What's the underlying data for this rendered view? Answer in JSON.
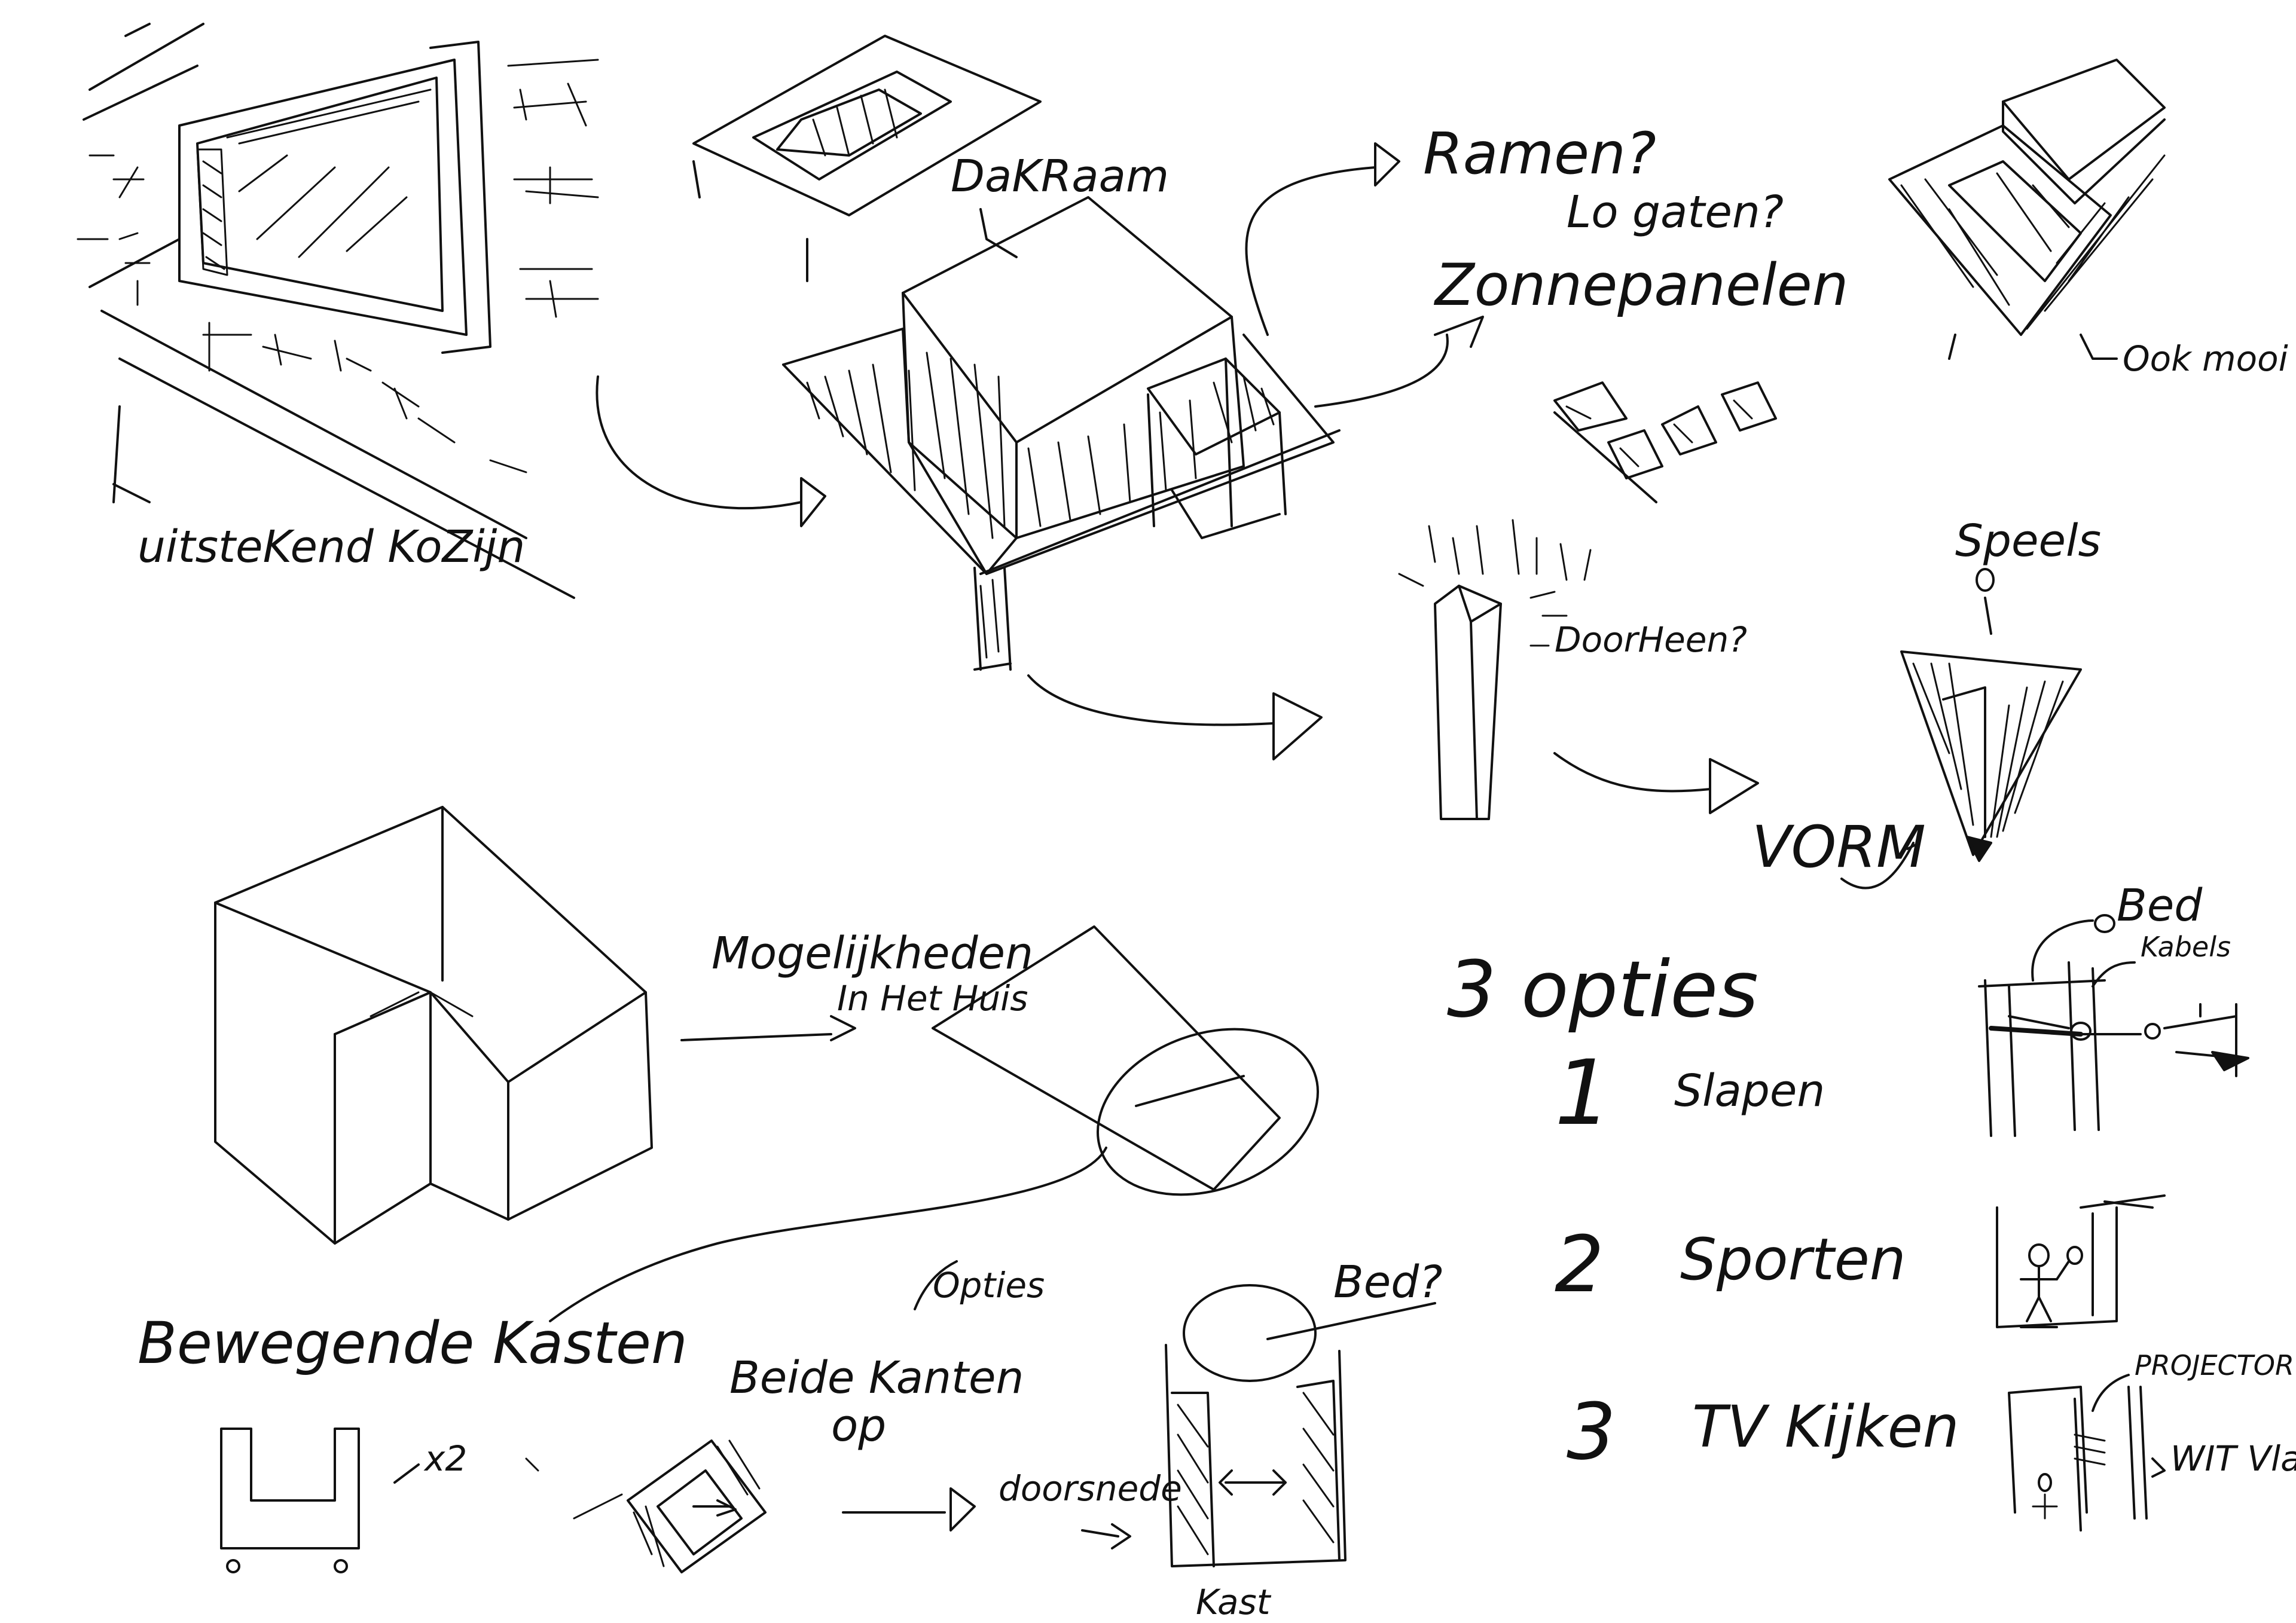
{
  "annotations": {
    "uitstekend_kozijn": "uitsteKend KoZijn",
    "dakraam": "DaKRaam",
    "ramen": "Ramen?",
    "lo_gaten": "Lo gaten?",
    "zonnepanelen": "Zonnepanelen",
    "ook_mooi": "Ook mooi",
    "doorheen": "DoorHeen?",
    "speels": "Speels",
    "vorm": "VORM",
    "mogelijkheden": "Mogelijkheden",
    "in_het_huis": "In Het Huis",
    "bewegende_kasten": "Bewegende Kasten",
    "x2": "x2",
    "opties": "Opties",
    "beide_kanten": "Beide Kanten",
    "op": "op",
    "doorsnede": "doorsnede",
    "bed_question": "Bed?",
    "kast": "Kast",
    "drie_opties": "3 opties",
    "optie_1_num": "1",
    "optie_1": "Slapen",
    "optie_2_num": "2",
    "optie_2": "Sporten",
    "optie_3_num": "3",
    "optie_3": "TV Kijken",
    "bed": "Bed",
    "kabels": "Kabels",
    "projector": "PROJECTOR",
    "wit_vlak": "WIT Vlak"
  }
}
